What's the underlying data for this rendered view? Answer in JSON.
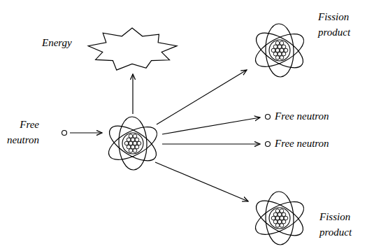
{
  "diagram": {
    "nodes": [
      {
        "text": [
          "Energy"
        ]
      }
    ],
    "labels": [
      "Free neutron",
      "Fission product",
      "Free neutron",
      "Free neutron",
      "Fission product"
    ]
  }
}
